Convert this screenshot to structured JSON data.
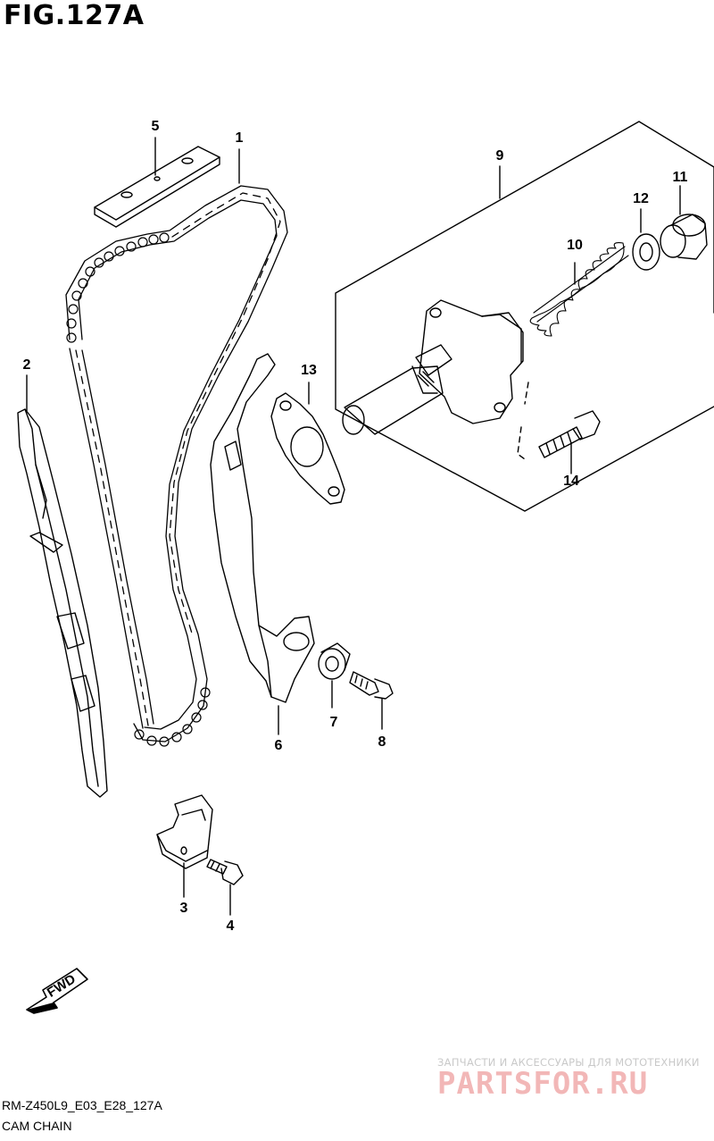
{
  "figure_title": "FIG.127A",
  "callouts": {
    "c1": "1",
    "c2": "2",
    "c3": "3",
    "c4": "4",
    "c5": "5",
    "c6": "6",
    "c7": "7",
    "c8": "8",
    "c9": "9",
    "c10": "10",
    "c11": "11",
    "c12": "12",
    "c13": "13",
    "c14": "14"
  },
  "fwd_label": "FWD",
  "footer": {
    "code": "RM-Z450L9_E03_E28_127A",
    "caption": "CAM CHAIN"
  },
  "watermark": {
    "tagline": "ЗАПЧАСТИ И АКСЕССУАРЫ ДЛЯ МОТОТЕХНИКИ",
    "brand": "PARTSFOR.RU"
  },
  "colors": {
    "ink": "#000000",
    "watermark_red": "#f2b7b7",
    "watermark_grey": "#c9c9c9"
  }
}
